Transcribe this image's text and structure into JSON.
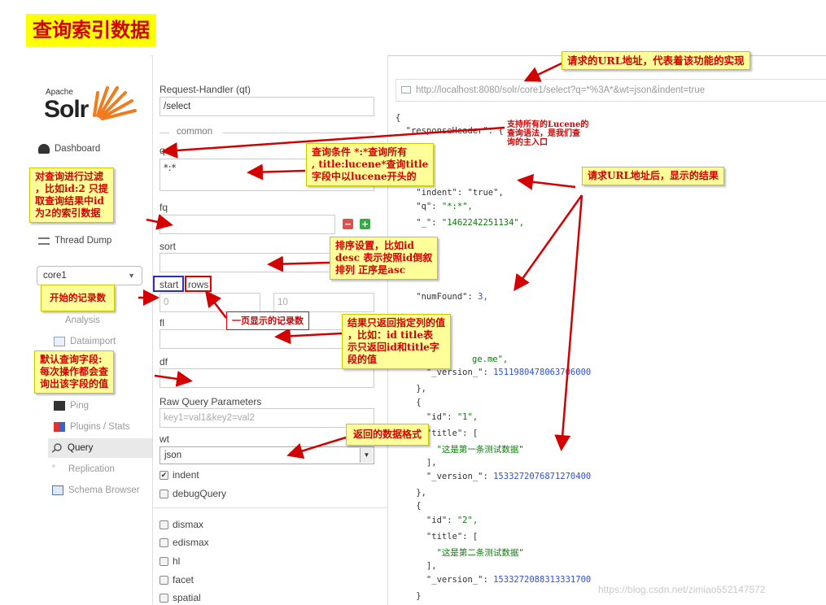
{
  "title": "查询索引数据",
  "logo": {
    "apache": "Apache",
    "solr": "Solr"
  },
  "sidebar": {
    "dashboard": "Dashboard",
    "thread_dump": "Thread Dump",
    "core_selected": "core1",
    "analysis": "Analysis",
    "dataimport": "Dataimport",
    "ping": "Ping",
    "plugins": "Plugins / Stats",
    "query": "Query",
    "replication": "Replication",
    "schema_browser": "Schema Browser"
  },
  "form": {
    "request_handler_label": "Request-Handler (qt)",
    "request_handler_value": "/select",
    "common_label": "common",
    "q_label": "q",
    "q_value": "*:*",
    "fq_label": "fq",
    "sort_label": "sort",
    "start_label": "start",
    "rows_label": "rows",
    "start_value": "0",
    "rows_value": "10",
    "fl_label": "fl",
    "df_label": "df",
    "raw_label": "Raw Query Parameters",
    "raw_placeholder": "key1=val1&key2=val2",
    "wt_label": "wt",
    "wt_value": "json",
    "indent_label": "indent",
    "debug_label": "debugQuery",
    "dismax_label": "dismax",
    "edismax_label": "edismax",
    "hl_label": "hl",
    "facet_label": "facet",
    "spatial_label": "spatial"
  },
  "url": "http://localhost:8080/solr/core1/select?q=*%3A*&wt=json&indent=true",
  "result": {
    "l1": "{",
    "l2": "  \"responseHeader\": {",
    "l3": "    \"indent\": \"true\",",
    "l4_key": "    \"q\": ",
    "l4_val": "\"*:*\",",
    "l5_key": "    \"_\": ",
    "l5_val": "\"1462242251134\",",
    "l6_key": "    \"numFound\": ",
    "l6_val": "3,",
    "l7_val": "ge.me\",",
    "l8_key": "      \"_version_\": ",
    "l8_val": "1511980478063706000",
    "l9": "    },",
    "l10": "    {",
    "l11_key": "      \"id\": ",
    "l11_val": "\"1\",",
    "l12": "      \"title\": [",
    "l13_val": "        \"这是第一条测试数据\"",
    "l14": "      ],",
    "l15_key": "      \"_version_\": ",
    "l15_val": "1533272076871270400",
    "l16": "    },",
    "l17": "    {",
    "l18_key": "      \"id\": ",
    "l18_val": "\"2\",",
    "l19": "      \"title\": [",
    "l20_val": "        \"这是第二条测试数据\"",
    "l21": "      ],",
    "l22_key": "      \"_version_\": ",
    "l22_val": "1533272088313331700",
    "l23": "    }"
  },
  "notes": {
    "url_note": "请求的URL地址，代表着该功能的实现",
    "lucene_note": "支持所有的Lucene的\n查询语法，是我们查\n询的主入口",
    "q_note": "查询条件 *:*查询所有\n, title:lucene*查询title\n字段中以lucene开头的",
    "result_note": "请求URL地址后，显示的结果",
    "fq_note": "对查询进行过滤\n，比如id:2 只提\n取查询结果中id\n为2的索引数据",
    "sort_note": "排序设置，比如id\ndesc 表示按照id倒叙\n排列 正序是asc",
    "start_note": "开始的记录数",
    "rows_note": "一页显示的记录数",
    "fl_note": "结果只返回指定列的值\n，比如：id title表\n示只返回id和title字\n段的值",
    "df_note": "默认查询字段:\n每次操作都会查\n询出该字段的值",
    "wt_note": "返回的数据格式"
  },
  "watermark": "https://blog.csdn.net/zimiao552147572",
  "colors": {
    "annotation_red": "#d40000",
    "note_yellow": "#ffff99",
    "banner_yellow": "#ffff00"
  }
}
